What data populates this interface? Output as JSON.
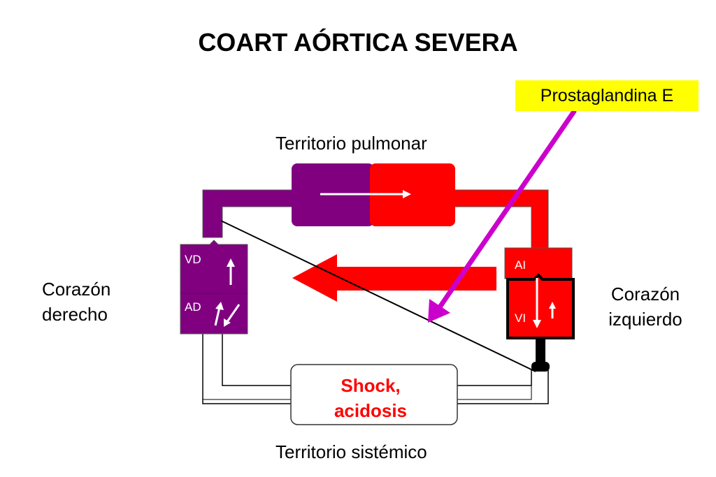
{
  "title": "COART AÓRTICA SEVERA",
  "drug_label": "Prostaglandina E",
  "pulmonary_label": "Territorio pulmonar",
  "systemic_label": "Territorio sistémico",
  "right_heart_label": "Corazón derecho",
  "left_heart_label": "Corazón izquierdo",
  "systemic_state_line1": "Shock,",
  "systemic_state_line2": "acidosis",
  "chambers": {
    "rv": "VD",
    "ra": "AD",
    "la": "AI",
    "lv": "VI"
  },
  "colors": {
    "deoxygenated": "#800080",
    "oxygenated": "#ff0000",
    "systemic": "#ffffff",
    "drug_arrow": "#cc00cc",
    "drug_highlight": "#ffff00"
  }
}
